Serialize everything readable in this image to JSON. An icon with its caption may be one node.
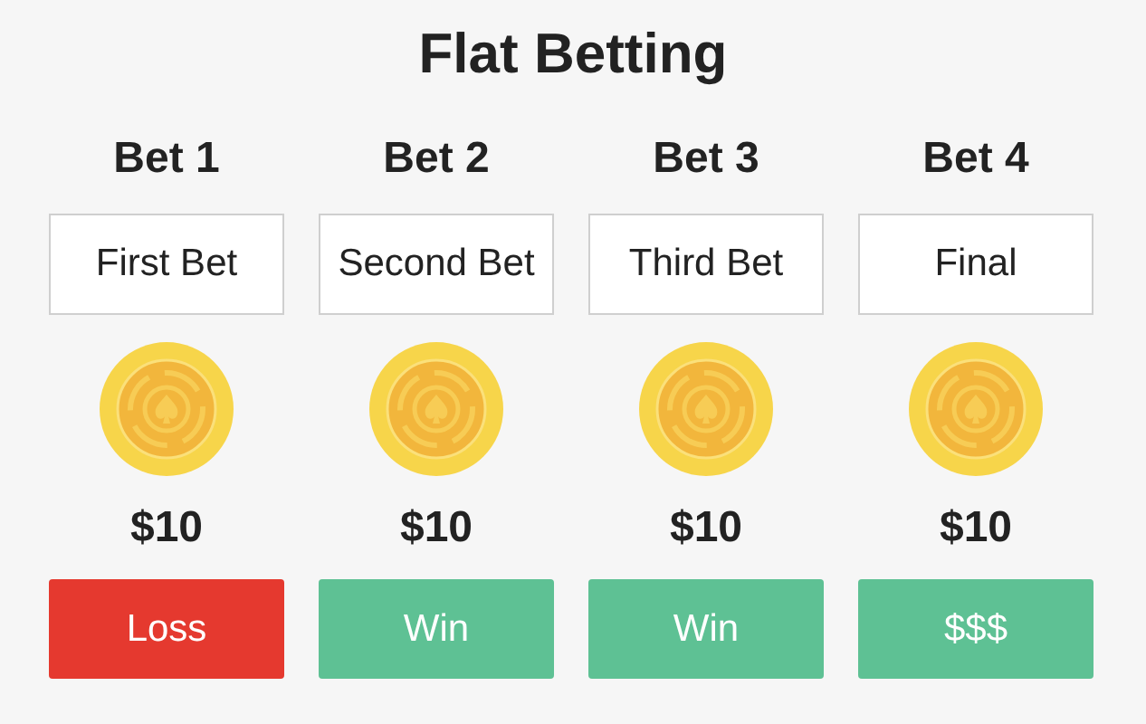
{
  "diagram": {
    "title": "Flat Betting",
    "nodes": [
      {
        "text": [
          "First Bet"
        ]
      },
      {
        "text": [
          "Second Bet"
        ]
      },
      {
        "text": [
          "Third Bet"
        ]
      },
      {
        "text": [
          "Final"
        ]
      },
      {
        "text": [
          "Loss"
        ]
      },
      {
        "text": [
          "Win"
        ]
      },
      {
        "text": [
          "Win"
        ]
      },
      {
        "text": [
          "$$$"
        ]
      }
    ],
    "edges": [],
    "labels": [
      "Bet 1",
      "Bet 2",
      "Bet 3",
      "Bet 4",
      "$10",
      "$10",
      "$10",
      "$10"
    ]
  }
}
